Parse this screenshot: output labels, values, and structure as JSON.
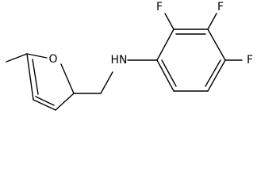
{
  "molecule": {
    "atoms": {
      "O": "O",
      "N": "HN",
      "F_top_left": "F",
      "F_top_right": "F",
      "F_right": "F"
    },
    "colors": {
      "bond": "#000000",
      "label": "#000000",
      "background": "#ffffff"
    }
  }
}
